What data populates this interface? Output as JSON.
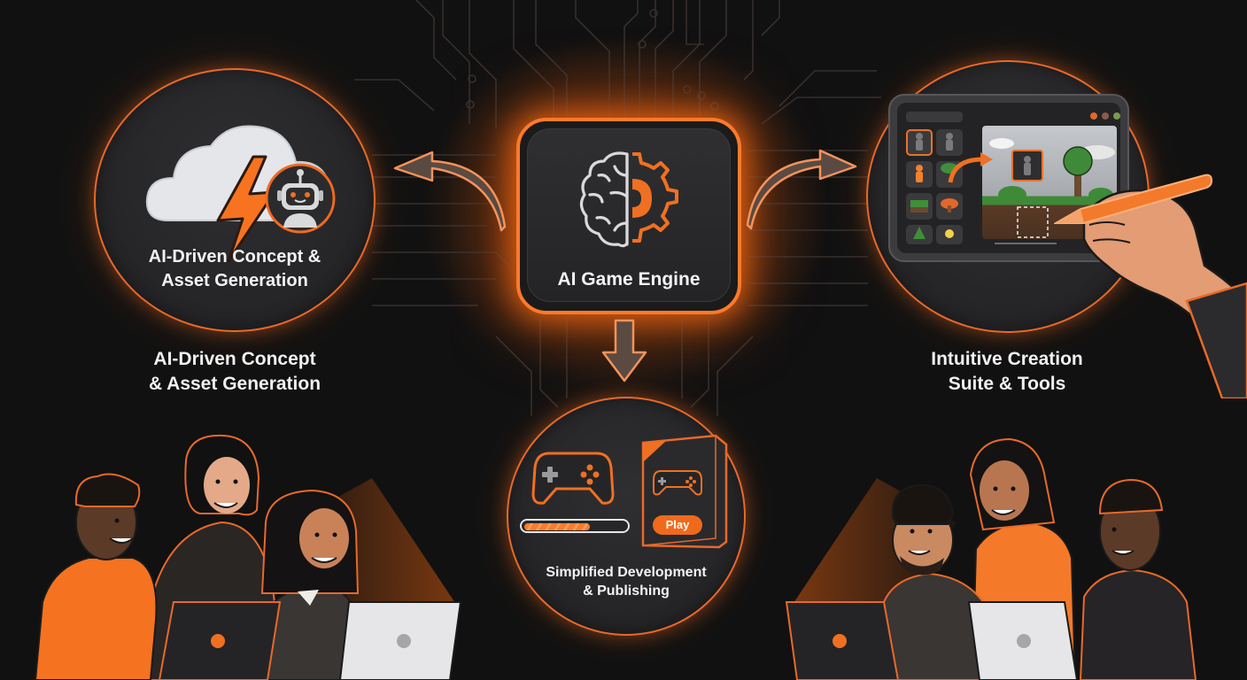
{
  "diagram": {
    "center": {
      "title": "AI Game Engine",
      "icon": "brain-gear-icon"
    },
    "nodes": [
      {
        "id": "concept",
        "circle_title_line1": "AI-Driven Concept &",
        "circle_title_line2": "Asset Generation",
        "label_line1": "AI-Driven Concept",
        "label_line2": "& Asset Generation",
        "icons": [
          "cloud-icon",
          "lightning-icon",
          "robot-icon"
        ]
      },
      {
        "id": "creation",
        "label_line1": "Intuitive Creation",
        "label_line2": "Suite & Tools",
        "icons": [
          "tablet-icon",
          "stylus-icon",
          "hand-icon"
        ]
      },
      {
        "id": "publishing",
        "circle_title_line1": "Simplified Development",
        "circle_title_line2": "& Publishing",
        "play_label": "Play",
        "progress_percent": 62,
        "icons": [
          "gamepad-icon",
          "progress-bar",
          "game-box-icon"
        ]
      }
    ],
    "arrows": [
      {
        "from": "center",
        "to": "concept",
        "direction": "left"
      },
      {
        "from": "center",
        "to": "creation",
        "direction": "right"
      },
      {
        "from": "center",
        "to": "publishing",
        "direction": "down"
      }
    ],
    "groups": [
      {
        "id": "team-left",
        "people": 3,
        "laptops": 2
      },
      {
        "id": "team-right",
        "people": 3,
        "laptops": 2
      }
    ]
  },
  "colors": {
    "background": "#111111",
    "accent": "#ff7a2a",
    "panel": "#2a2a2c",
    "text": "#f2f2f2"
  }
}
